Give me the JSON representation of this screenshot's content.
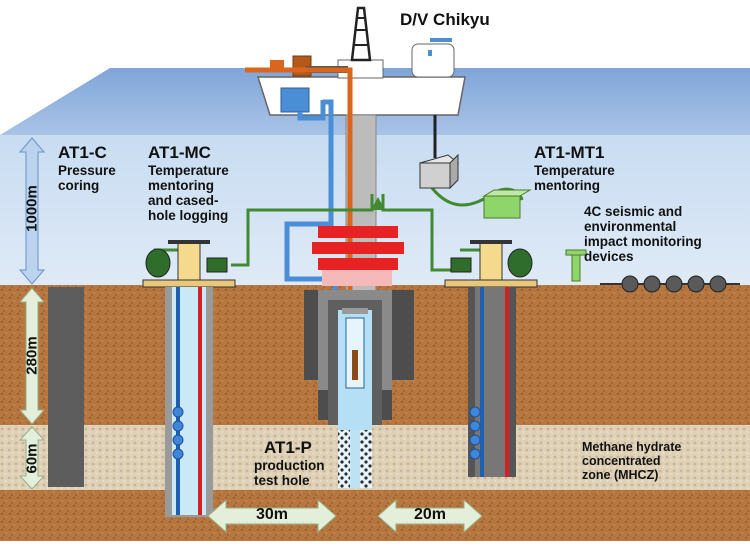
{
  "vessel": {
    "name": "D/V Chikyu"
  },
  "sites": {
    "at1c": {
      "title": "AT1-C",
      "desc": "Pressure\ncoring"
    },
    "at1mc": {
      "title": "AT1-MC",
      "desc": "Temperature\nmentoring\nand cased-\nhole logging"
    },
    "at1mt1": {
      "title": "AT1-MT1",
      "desc": "Temperature\nmentoring"
    },
    "at1p": {
      "title": "AT1-P",
      "desc": "production\ntest hole"
    }
  },
  "labels": {
    "seismic": "4C seismic and\nenvironmental\nimpact monitoring\ndevices",
    "mhcz": "Methane hydrate\nconcentrated\nzone (MHCZ)"
  },
  "depths": {
    "water": "1000m",
    "overburden": "280m",
    "mhcz": "60m"
  },
  "distances": {
    "left": "30m",
    "right": "20m"
  },
  "colors": {
    "sea": "#cfe0f3",
    "sediment": "#b5763f",
    "mhcz_layer": "#cdb99a",
    "arrow_fill": "#e3eedb",
    "casing_dark": "#555555",
    "pipe_blue": "#4a8ed6",
    "pipe_orange": "#d9661c",
    "cable_green": "#3f8a32",
    "bop_red": "#e62222"
  }
}
